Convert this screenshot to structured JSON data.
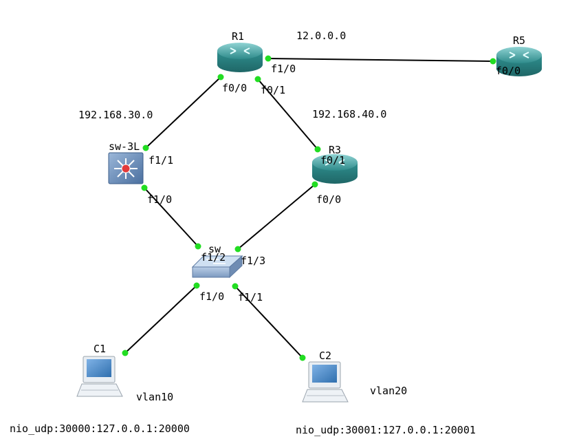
{
  "devices": {
    "R1": {
      "name": "R1"
    },
    "R5": {
      "name": "R5"
    },
    "R3": {
      "name": "R3"
    },
    "sw3l": {
      "name": "sw-3L"
    },
    "sw": {
      "name": "sw"
    },
    "C1": {
      "name": "C1"
    },
    "C2": {
      "name": "C2"
    }
  },
  "networks": {
    "net12": "12.0.0.0",
    "net30": "192.168.30.0",
    "net40": "192.168.40.0"
  },
  "ports": {
    "r1_f10": "f1/0",
    "r1_f00": "f0/0",
    "r1_f01": "f0/1",
    "r5_f00": "f0/0",
    "sw3l_f11": "f1/1",
    "sw3l_f10": "f1/0",
    "r3_f01": "f0/1",
    "r3_f00": "f0/0",
    "sw_f12": "f1/2",
    "sw_f13": "f1/3",
    "sw_f10": "f1/0",
    "sw_f11": "f1/1"
  },
  "vlans": {
    "c1": "vlan10",
    "c2": "vlan20"
  },
  "nio": {
    "c1": "nio_udp:30000:127.0.0.1:20000",
    "c2": "nio_udp:30001:127.0.0.1:20001"
  },
  "colors": {
    "router": "#2f8f8f",
    "router_top": "#6cc0c0",
    "port_dot": "#22dd22",
    "switch": "#8aa6c8",
    "l3switch": "#5f83b3"
  }
}
